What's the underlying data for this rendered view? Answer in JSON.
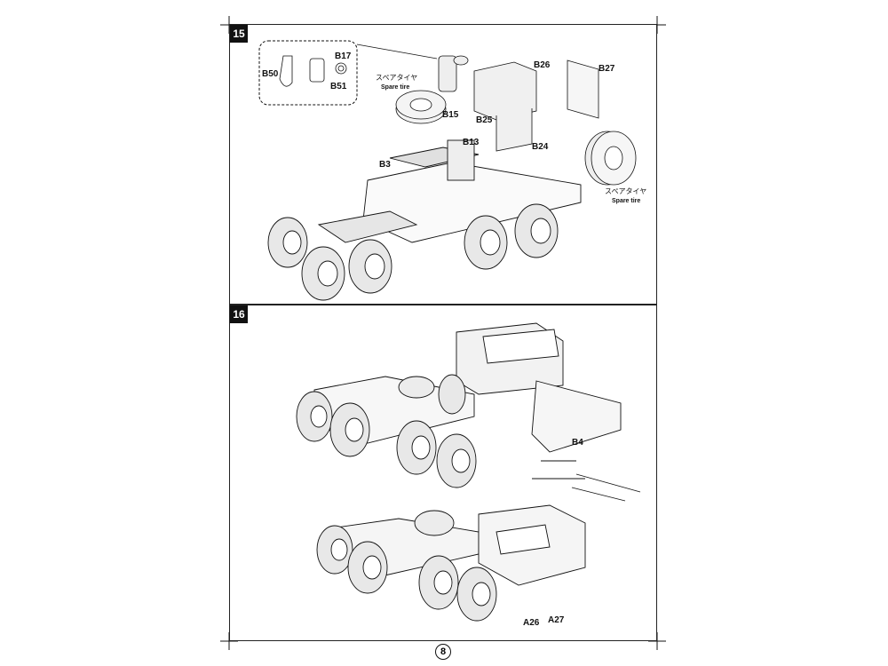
{
  "page": {
    "number": "8"
  },
  "steps": [
    {
      "number": "15",
      "parts": {
        "b17": "B17",
        "b50": "B50",
        "b51": "B51",
        "b26": "B26",
        "b27": "B27",
        "b15": "B15",
        "b25": "B25",
        "b13": "B13",
        "b24": "B24",
        "b3": "B3"
      },
      "spare_tire_jp": "スペアタイヤ",
      "spare_tire_en": "Spare tire"
    },
    {
      "number": "16",
      "parts": {
        "b4": "B4",
        "a26": "A26",
        "a27": "A27"
      }
    }
  ]
}
